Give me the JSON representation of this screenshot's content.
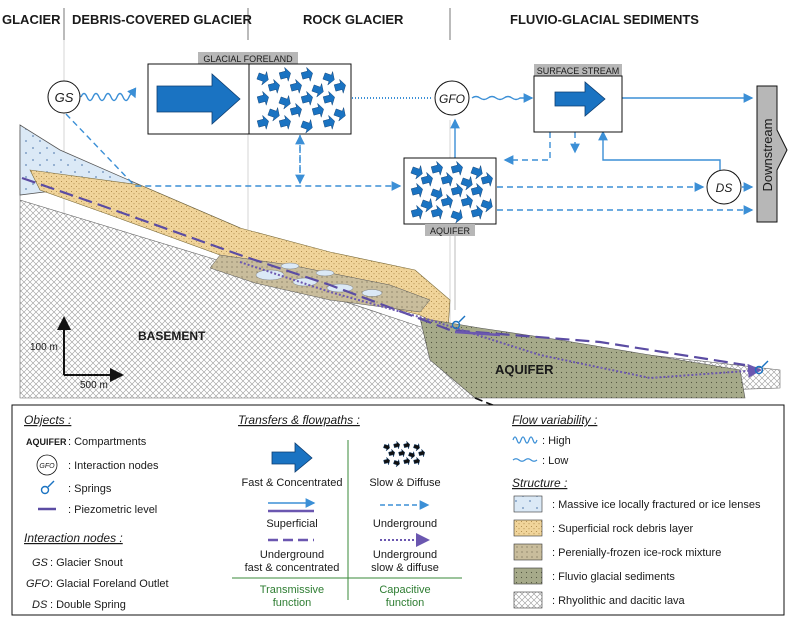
{
  "zones": [
    "GLACIER",
    "DEBRIS-COVERED GLACIER",
    "ROCK GLACIER",
    "FLUVIO-GLACIAL SEDIMENTS"
  ],
  "boxes": {
    "glacial_foreland": "GLACIAL FORELAND",
    "surface_stream": "SURFACE STREAM",
    "aquifer": "AQUIFER",
    "downstream": "Downstream"
  },
  "nodes": {
    "gs": "GS",
    "gfo": "GFO",
    "ds": "DS"
  },
  "section": {
    "basement": "BASEMENT",
    "aquifer": "AQUIFER",
    "scale_vertical": "100 m",
    "scale_horizontal": "500 m"
  },
  "legend": {
    "objects": {
      "title": "Objects :",
      "compartments_sample": "AQUIFER",
      "compartments": ": Compartments",
      "node_sample": "GFO",
      "interaction_nodes": ": Interaction nodes",
      "springs": ": Springs",
      "piezometric": ": Piezometric level"
    },
    "interaction_nodes": {
      "title": "Interaction nodes :",
      "items": [
        {
          "abbr": "GS",
          "label": ": Glacier Snout"
        },
        {
          "abbr": "GFO",
          "label": ": Glacial Foreland Outlet"
        },
        {
          "abbr": "DS",
          "label": ": Double Spring"
        }
      ]
    },
    "transfers": {
      "title": "Transfers & flowpaths :",
      "fast_concentrated": "Fast & Concentrated",
      "slow_diffuse": "Slow & Diffuse",
      "superficial": "Superficial",
      "underground": "Underground",
      "underground_fast": [
        "Underground",
        "fast & concentrated"
      ],
      "underground_slow": [
        "Underground",
        "slow & diffuse"
      ],
      "transmissive": [
        "Transmissive",
        "function"
      ],
      "capacitive": [
        "Capacitive",
        "function"
      ]
    },
    "flow_variability": {
      "title": "Flow variability :",
      "high": ": High",
      "low": ": Low"
    },
    "structure": {
      "title": "Structure :",
      "items": [
        ": Massive ice locally fractured or ice lenses",
        ": Superficial rock debris layer",
        ": Perenially-frozen ice-rock mixture",
        ": Fluvio glacial sediments",
        ": Rhyolithic and dacitic lava"
      ]
    }
  },
  "colors": {
    "blue_arrow": "#1a73c2",
    "flow_line": "#3b8fd6",
    "piezometric": "#5b4ca3",
    "ice": "#dbe9f6",
    "debris": "#f0d49a",
    "frozen_mix": "#c9bd9c",
    "fluvio": "#a6aa8a",
    "label_box": "#b7b7b7",
    "divider_green": "#3a8a3a"
  }
}
